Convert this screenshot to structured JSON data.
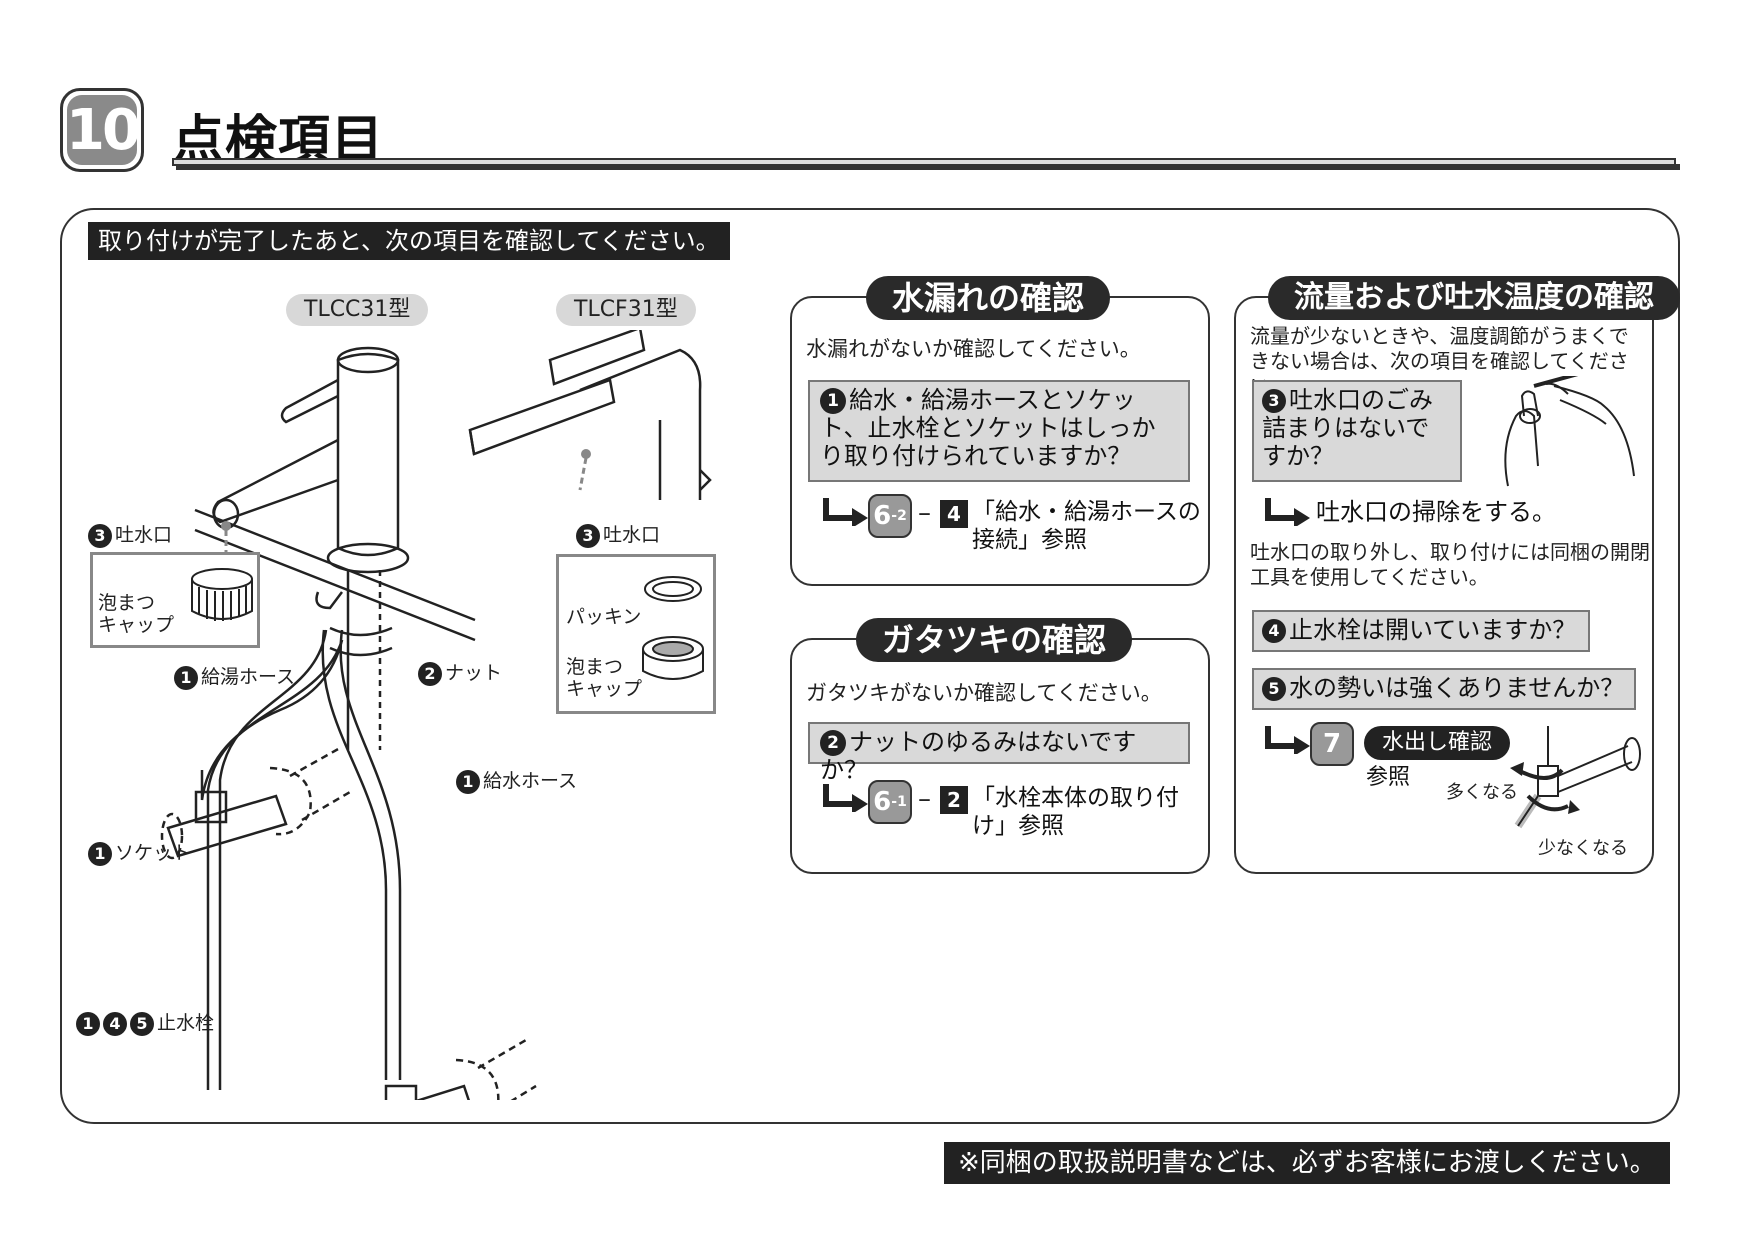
{
  "header": {
    "section_number": "10",
    "title": "点検項目"
  },
  "intro": "取り付けが完了したあと、次の項目を確認してください。",
  "models": {
    "left": "TLCC31型",
    "right": "TLCF31型"
  },
  "diagram_labels": {
    "spout_left": {
      "num": "3",
      "text": "吐水口"
    },
    "spout_right": {
      "num": "3",
      "text": "吐水口"
    },
    "aerator_left": "泡まつ\nキャップ",
    "packing": "パッキン",
    "aerator_right": "泡まつ\nキャップ",
    "hot_hose": {
      "num": "1",
      "text": "給湯ホース"
    },
    "nut": {
      "num": "2",
      "text": "ナット"
    },
    "cold_hose": {
      "num": "1",
      "text": "給水ホース"
    },
    "socket": {
      "num": "1",
      "text": "ソケット"
    },
    "stop_valve": {
      "nums": [
        "1",
        "4",
        "5"
      ],
      "text": "止水栓"
    }
  },
  "leak_panel": {
    "title": "水漏れの確認",
    "text": "水漏れがないか確認してください。",
    "check": {
      "num": "1",
      "text": "給水・給湯ホースとソケット、止水栓とソケットはしっかり取り付けられていますか？"
    },
    "ref": {
      "step": "6",
      "sub": "-2",
      "sq": "4",
      "text": "「給水・給湯ホースの接続」参照"
    }
  },
  "rattle_panel": {
    "title": "ガタツキの確認",
    "text": "ガタツキがないか確認してください。",
    "check": {
      "num": "2",
      "text": "ナットのゆるみはないですか？"
    },
    "ref": {
      "step": "6",
      "sub": "-1",
      "sq": "2",
      "text": "「水栓本体の取り付け」参照"
    }
  },
  "flow_panel": {
    "title": "流量および吐水温度の確認",
    "text": "流量が少ないときや、温度調節がうまくできない場合は、次の項目を確認してください。",
    "check3": {
      "num": "3",
      "text": "吐水口のごみ詰まりはないですか？"
    },
    "action3": "吐水口の掃除をする。",
    "note3": "吐水口の取り外し、取り付けには同梱の開閉工具を使用してください。",
    "check4": {
      "num": "4",
      "text": "止水栓は開いていますか？"
    },
    "check5": {
      "num": "5",
      "text": "水の勢いは強くありませんか？"
    },
    "ref5": {
      "step": "7",
      "pill": "水出し確認",
      "text": "参照"
    },
    "more": "多くなる",
    "less": "少なくなる"
  },
  "footer": "※同梱の取扱説明書などは、必ずお客様にお渡しください。"
}
